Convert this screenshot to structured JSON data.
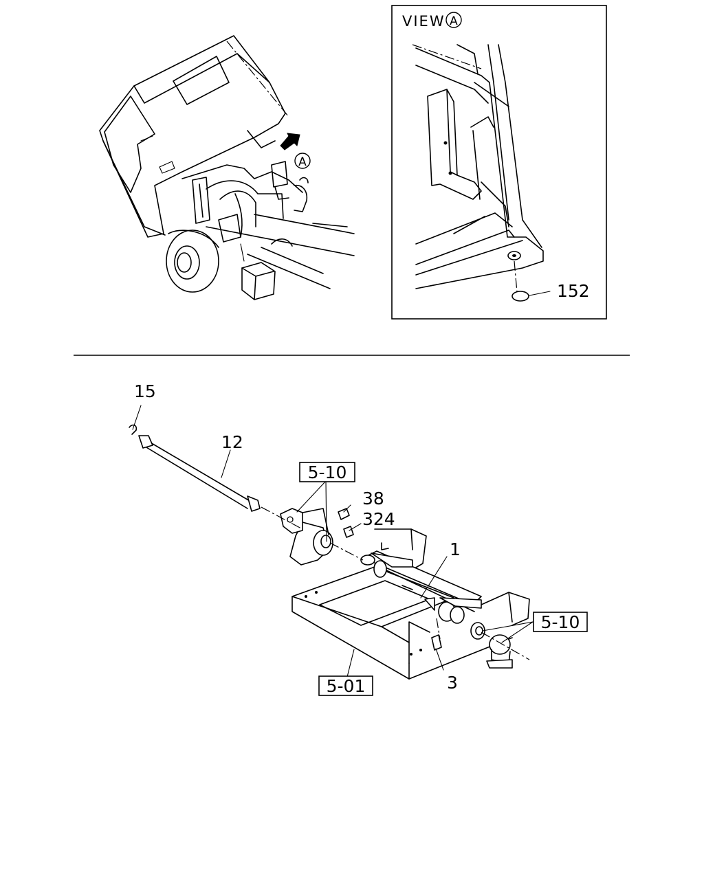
{
  "view_panel": {
    "title": "VIEW",
    "view_letter": "A",
    "part_label": "152"
  },
  "overview": {
    "arrow_letter": "A"
  },
  "parts": {
    "p15": "15",
    "p12": "12",
    "p38": "38",
    "p324": "324",
    "p1": "1",
    "p3": "3"
  },
  "references": {
    "ref_upper": "5-10",
    "ref_right": "5-10",
    "ref_frame": "5-01"
  }
}
